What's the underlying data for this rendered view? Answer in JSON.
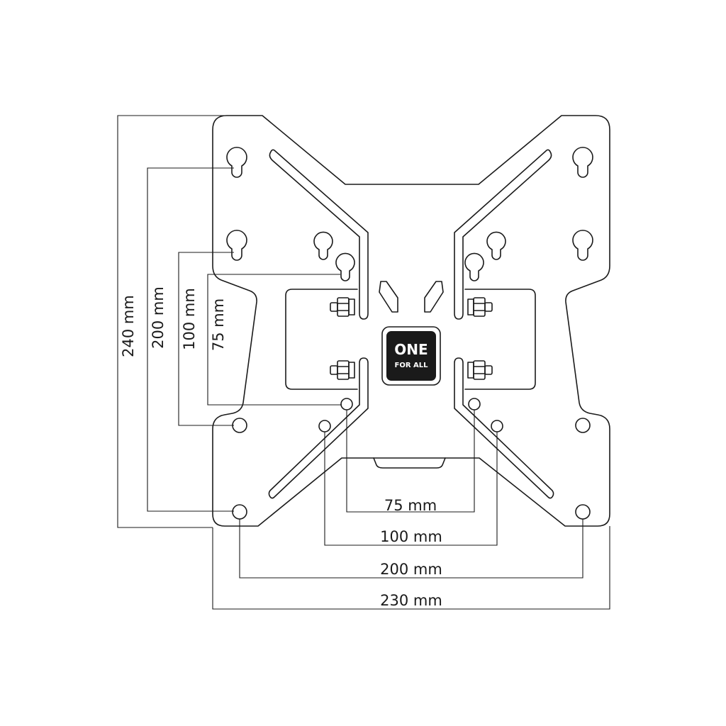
{
  "diagram": {
    "dimensions": {
      "vertical": [
        {
          "id": "v240",
          "label": "240 mm",
          "value_mm": 240
        },
        {
          "id": "v200",
          "label": "200 mm",
          "value_mm": 200
        },
        {
          "id": "v100",
          "label": "100 mm",
          "value_mm": 100
        },
        {
          "id": "v75",
          "label": "75 mm",
          "value_mm": 75
        }
      ],
      "horizontal": [
        {
          "id": "h75",
          "label": "75 mm",
          "value_mm": 75
        },
        {
          "id": "h100",
          "label": "100 mm",
          "value_mm": 100
        },
        {
          "id": "h200",
          "label": "200 mm",
          "value_mm": 200
        },
        {
          "id": "h230",
          "label": "230 mm",
          "value_mm": 230
        }
      ]
    },
    "logo": {
      "line1": "ONE",
      "line2": "FOR ALL"
    },
    "colors": {
      "stroke": "#1a1a1a",
      "logo_bg": "#1a1a1a",
      "background": "#ffffff"
    }
  }
}
